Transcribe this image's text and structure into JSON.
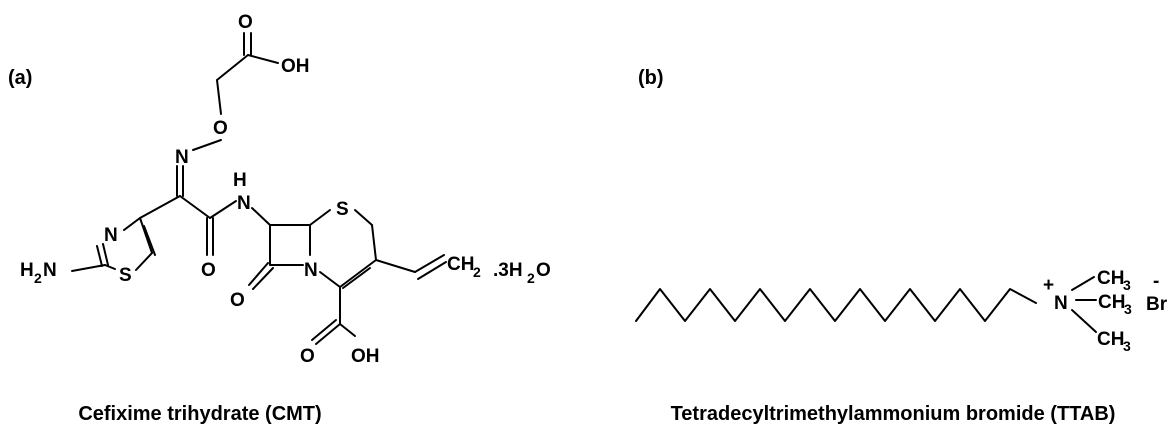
{
  "panel_a": {
    "label": "(a)",
    "caption": "Cefixime trihydrate (CMT)",
    "atoms": {
      "carbonyl_o_top": "O",
      "acid_oh_top": "OH",
      "ether_o": "O",
      "oxime_n": "N",
      "amide_h": "H",
      "amide_n": "N",
      "ring_s": "S",
      "thiazole_n": "N",
      "amide_o": "O",
      "amine_h": "H",
      "amine_h_sub": "2",
      "amine_n": "N",
      "thiazole_s": "S",
      "lactam_o": "O",
      "lactam_n": "N",
      "vinyl_c": "CH",
      "vinyl_sub": "2",
      "hydrate": ".3H",
      "hydrate_sub": "2",
      "hydrate_o": "O",
      "acid_o_bottom": "O",
      "acid_oh_bottom": "OH"
    }
  },
  "panel_b": {
    "label": "(b)",
    "caption": "Tetradecyltrimethylammonium bromide (TTAB)",
    "atoms": {
      "plus": "+",
      "n": "N",
      "ch": "CH",
      "sub": "3",
      "minus": "-",
      "br": "Br"
    }
  }
}
